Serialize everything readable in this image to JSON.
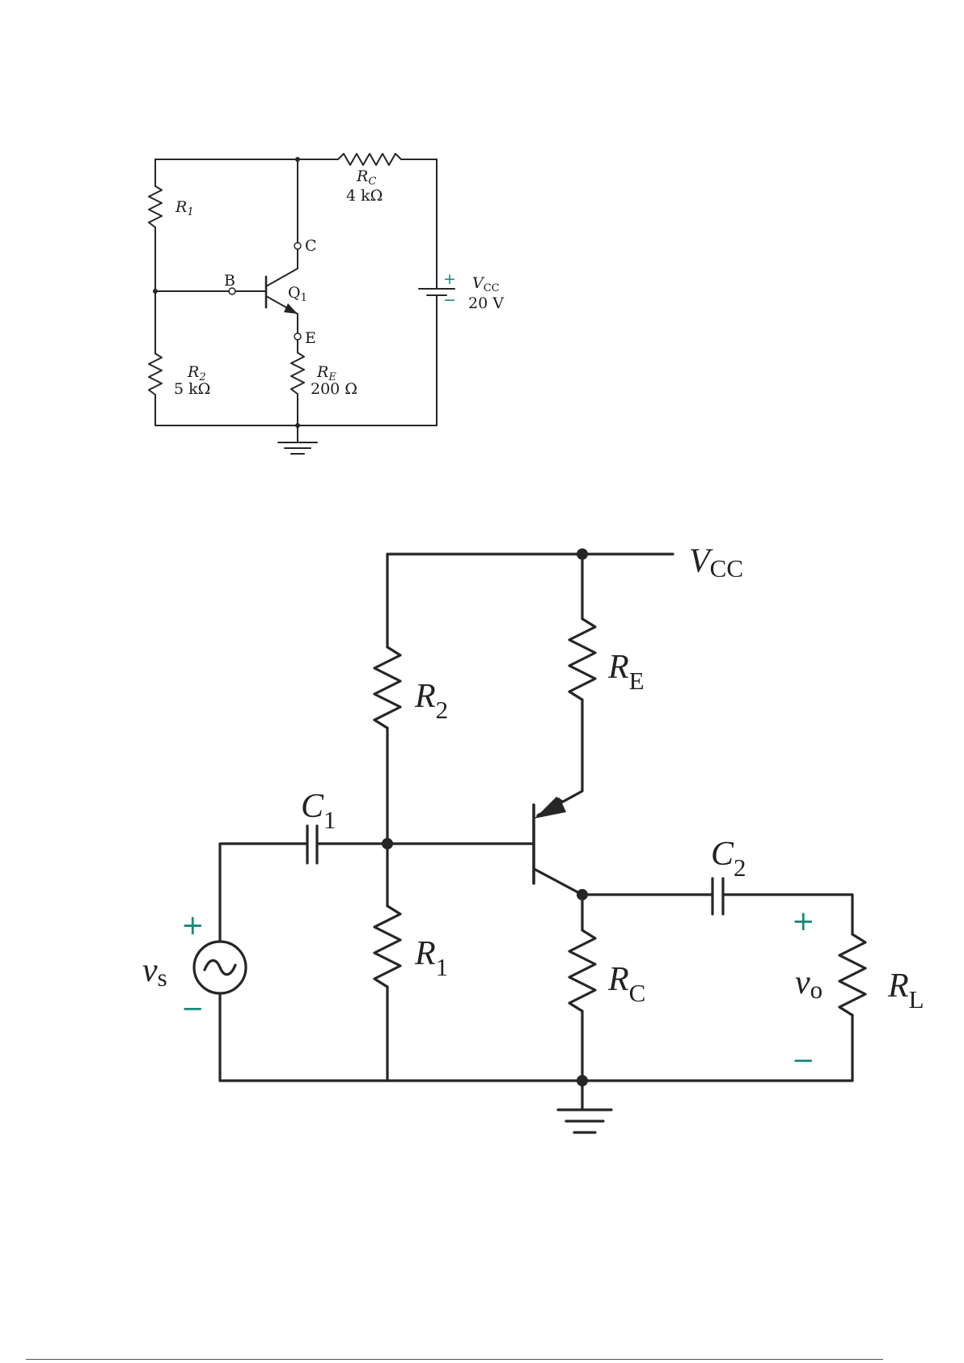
{
  "colors": {
    "wire": "#262626",
    "accent_sign": "#1a8a7a",
    "text": "#1a1a1a"
  },
  "diagram_1": {
    "r1": {
      "name": "R",
      "sub": "1"
    },
    "r2": {
      "name": "R",
      "sub": "2",
      "value": "5 kΩ"
    },
    "rc": {
      "name": "R",
      "sub": "C",
      "value": "4 kΩ"
    },
    "re": {
      "name": "R",
      "sub": "E",
      "value": "200 Ω"
    },
    "vcc": {
      "name": "V",
      "sub": "CC",
      "value": "20 V",
      "plus": "+",
      "minus": "−"
    },
    "q1": {
      "name": "Q",
      "sub": "1"
    },
    "terminal_b": "B",
    "terminal_c": "C",
    "terminal_e": "E"
  },
  "diagram_2": {
    "vcc": {
      "name": "V",
      "sub": "CC"
    },
    "r1": {
      "name": "R",
      "sub": "1"
    },
    "r2": {
      "name": "R",
      "sub": "2"
    },
    "re": {
      "name": "R",
      "sub": "E"
    },
    "rc": {
      "name": "R",
      "sub": "C"
    },
    "rl": {
      "name": "R",
      "sub": "L"
    },
    "c1": {
      "name": "C",
      "sub": "1"
    },
    "c2": {
      "name": "C",
      "sub": "2"
    },
    "vs": {
      "name": "v",
      "sub": "s",
      "plus": "+",
      "minus": "−"
    },
    "vo": {
      "name": "v",
      "sub": "o",
      "plus": "+",
      "minus": "−"
    },
    "source_symbol": "~"
  }
}
